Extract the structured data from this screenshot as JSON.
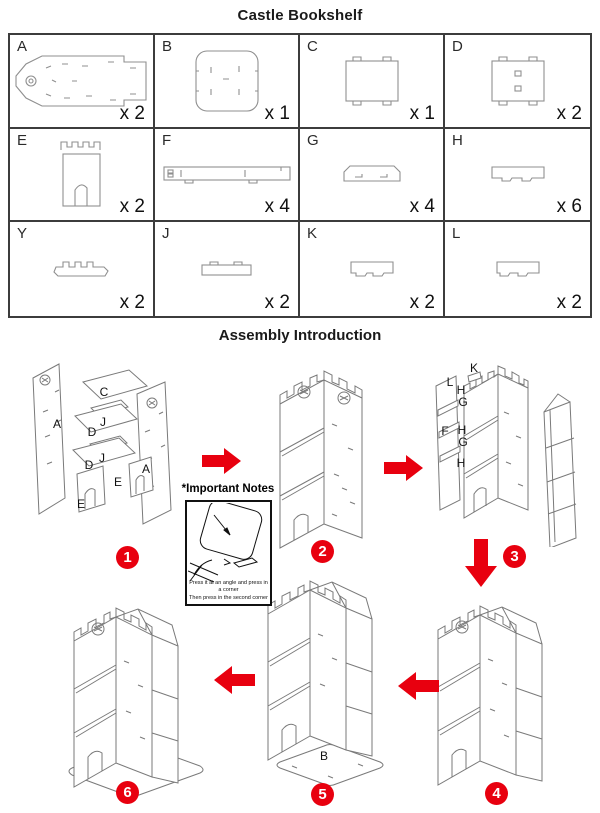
{
  "title": "Castle Bookshelf",
  "section_title": "Assembly Introduction",
  "parts": [
    {
      "letter": "A",
      "qty": "x 2"
    },
    {
      "letter": "B",
      "qty": "x 1"
    },
    {
      "letter": "C",
      "qty": "x 1"
    },
    {
      "letter": "D",
      "qty": "x 2"
    },
    {
      "letter": "E",
      "qty": "x 2"
    },
    {
      "letter": "F",
      "qty": "x 4"
    },
    {
      "letter": "G",
      "qty": "x 4"
    },
    {
      "letter": "H",
      "qty": "x 6"
    },
    {
      "letter": "Y",
      "qty": "x 2"
    },
    {
      "letter": "J",
      "qty": "x 2"
    },
    {
      "letter": "K",
      "qty": "x 2"
    },
    {
      "letter": "L",
      "qty": "x 2"
    }
  ],
  "notes": {
    "heading": "*Important Notes",
    "caption1": "Press it at an angle and press in a corner",
    "caption2": "Then press in the second corner"
  },
  "steps": {
    "one": {
      "num": "1",
      "labels": [
        "A",
        "C",
        "J",
        "D",
        "J",
        "D",
        "A",
        "E",
        "E"
      ]
    },
    "two": {
      "num": "2"
    },
    "three": {
      "num": "3",
      "labels": [
        "K",
        "L",
        "H",
        "G",
        "F",
        "H",
        "G",
        "H"
      ]
    },
    "four": {
      "num": "4"
    },
    "five": {
      "num": "5",
      "labels": [
        "B"
      ]
    },
    "six": {
      "num": "6"
    }
  },
  "colors": {
    "accent_red": "#e8000f",
    "part_line": "#8f8f8f",
    "diagram_line": "#7a7a7a"
  }
}
